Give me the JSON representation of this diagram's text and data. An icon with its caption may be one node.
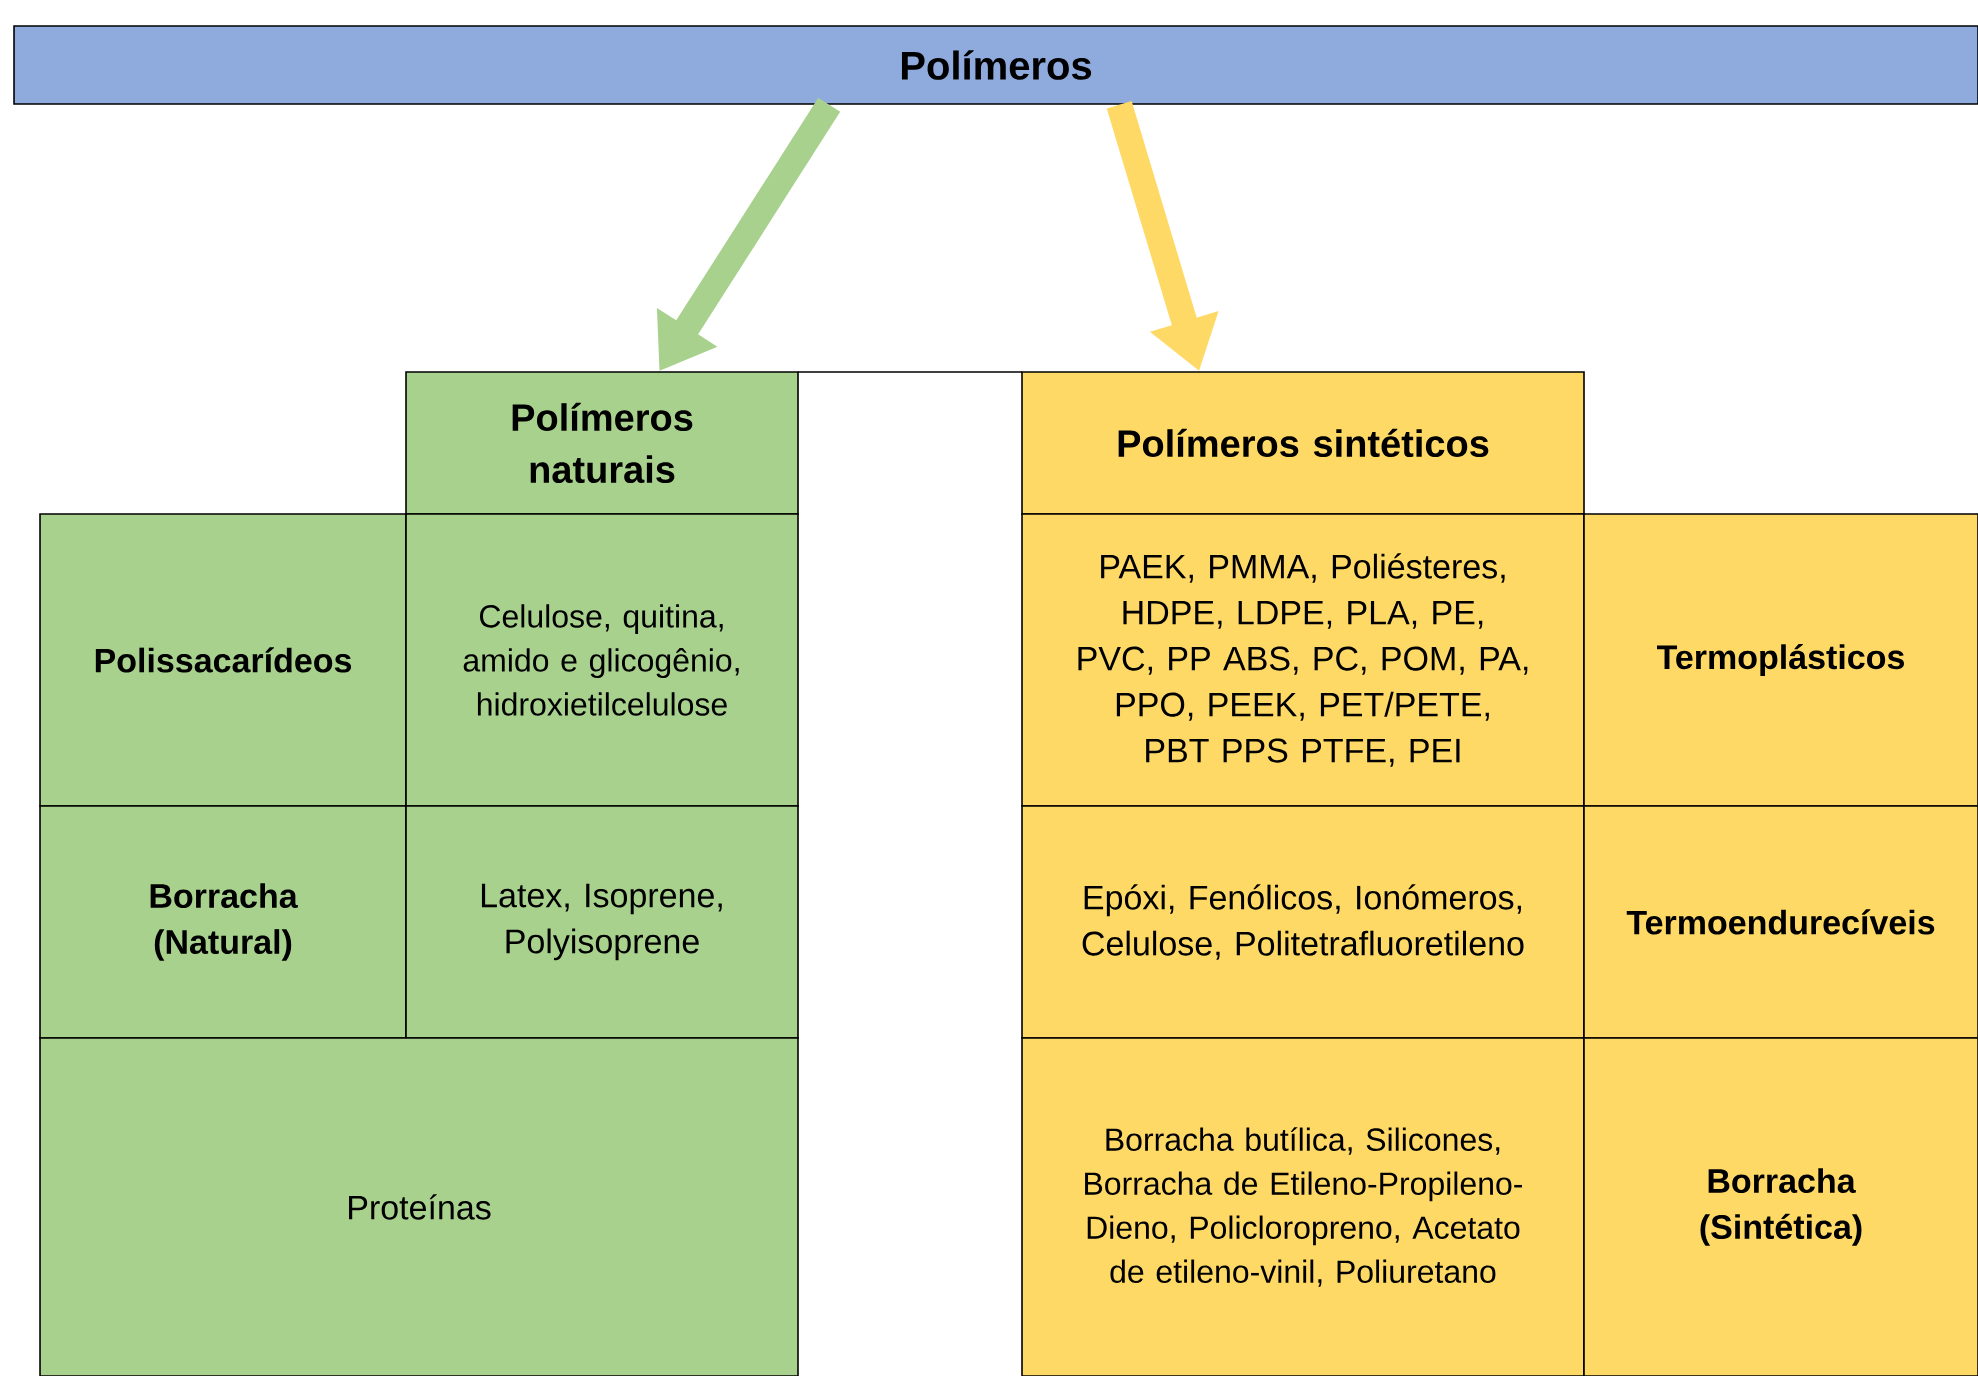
{
  "diagram": {
    "nodes": [
      {
        "text": [
          "Polímeros"
        ]
      },
      {
        "text": [
          "Polímeros naturais"
        ]
      },
      {
        "text": [
          "Polímeros sintéticos"
        ]
      },
      {
        "text": [
          "Polissacarídeos"
        ]
      },
      {
        "text": [
          "Celulose, quitina, amido e glicogênio, hidroxietilcelulose"
        ]
      },
      {
        "text": [
          "Borracha (Natural)"
        ]
      },
      {
        "text": [
          "Latex, Isoprene, Polyisoprene"
        ]
      },
      {
        "text": [
          "Proteínas"
        ]
      },
      {
        "text": [
          "PAEK, PMMA, Poliésteres, HDPE, LDPE, PLA, PE, PVC, PP ABS, PC, POM, PA, PPO, PEEK, PET/PETE, PBT PPS PTFE, PEI"
        ]
      },
      {
        "text": [
          "Termoplásticos"
        ]
      },
      {
        "text": [
          "Epóxi, Fenólicos, Ionómeros, Celulose, Politetrafluoretileno"
        ]
      },
      {
        "text": [
          "Termoendurecíveis"
        ]
      },
      {
        "text": [
          "Borracha butílica, Silicones, Borracha de Etileno-Propileno-Dieno, Policloropreno, Acetato de etileno-vinil, Poliuretano"
        ]
      },
      {
        "text": [
          "Borracha (Sintética)"
        ]
      }
    ],
    "edges": [
      {
        "from": 0,
        "to": 1,
        "arrow": "to",
        "color": "#a9d18e"
      },
      {
        "from": 0,
        "to": 2,
        "arrow": "to",
        "color": "#ffd966"
      }
    ]
  }
}
